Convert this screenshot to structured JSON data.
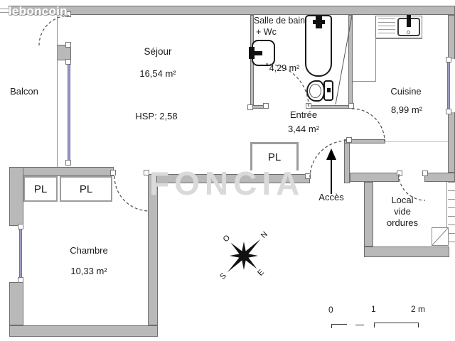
{
  "site": {
    "logo_text": "leboncoin"
  },
  "watermark": {
    "agency_text": "FONCIA"
  },
  "rooms": {
    "balcon": {
      "name": "Balcon"
    },
    "sejour": {
      "name": "Séjour",
      "area": "16,54 m²",
      "ceiling_note": "HSP: 2,58"
    },
    "salle_de_bain": {
      "name_line1": "Salle de bain",
      "name_line2": "+ Wc",
      "area": "4,29 m²"
    },
    "entree": {
      "name": "Entrée",
      "area": "3,44 m²"
    },
    "cuisine": {
      "name": "Cuisine",
      "area": "8,99 m²"
    },
    "chambre": {
      "name": "Chambre",
      "area": "10,33 m²"
    },
    "local_vide_ordures": {
      "name_line1": "Local",
      "name_line2": "vide",
      "name_line3": "ordures"
    }
  },
  "closets": {
    "entree_pl": "PL",
    "chambre_pl_left": "PL",
    "chambre_pl_right": "PL"
  },
  "annotations": {
    "access": "Accès"
  },
  "compass": {
    "north": "N",
    "west": "O",
    "south": "S",
    "east": "E"
  },
  "scale_bar": {
    "tick_zero": "0",
    "tick_one": "1",
    "tick_two": "2 m"
  },
  "colors": {
    "wall_fill": "#b9b9b9",
    "wall_border": "#6e6e6e",
    "window_glass": "#9a9ac8",
    "fixture_outline": "#191919",
    "label_text": "#1c1c1c",
    "watermark_gray": "#dadada"
  }
}
